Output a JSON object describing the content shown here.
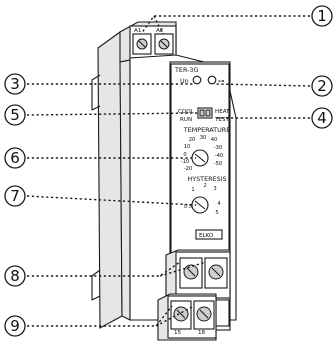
{
  "device": {
    "model": "TER-3G",
    "led_un": "Un",
    "led_relay": "⊶",
    "terminals_top": [
      "A1",
      "A2"
    ],
    "terminals_bottom": [
      "15",
      "18"
    ],
    "switch_left": [
      "COOL",
      "RUN"
    ],
    "switch_right": [
      "HEAT",
      "TEST"
    ],
    "temperature_label": "TEMPERATURE",
    "temperature_scale": [
      "20",
      "30",
      "40",
      "10",
      "0",
      "-10",
      "-20",
      "-30",
      "-40",
      "-50"
    ],
    "hysteresis_label": "HYSTERESIS",
    "hysteresis_scale": [
      "1",
      "2",
      "3",
      "0.5",
      "4",
      "5"
    ],
    "brand": "ELKO"
  },
  "callouts": [
    "1",
    "2",
    "3",
    "4",
    "5",
    "6",
    "7",
    "8",
    "9"
  ]
}
